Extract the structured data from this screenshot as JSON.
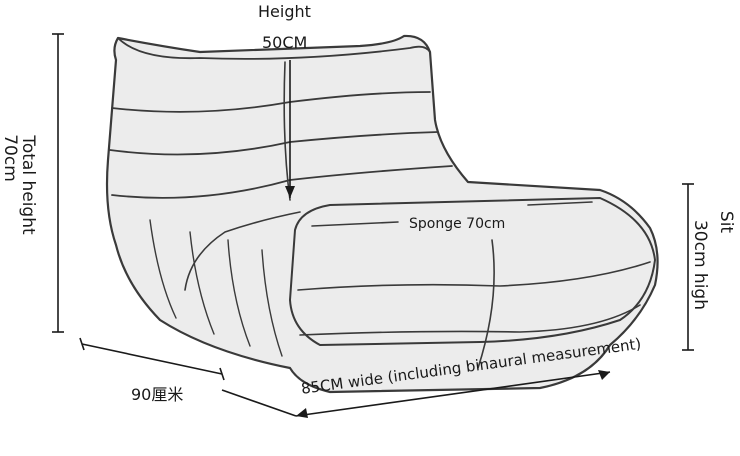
{
  "diagram": {
    "labels": {
      "height_title": "Height",
      "height_value": "50CM",
      "total_height": "Total height",
      "total_height_value": "70cm",
      "sponge": "Sponge 70cm",
      "sit": "Sit",
      "sit_height": "30cm high",
      "depth": "90厘米",
      "width": "85CM wide (including binaural measurement)"
    },
    "colors": {
      "line": "#3a3a3a",
      "fill": "#ececec",
      "background": "#ffffff"
    }
  }
}
